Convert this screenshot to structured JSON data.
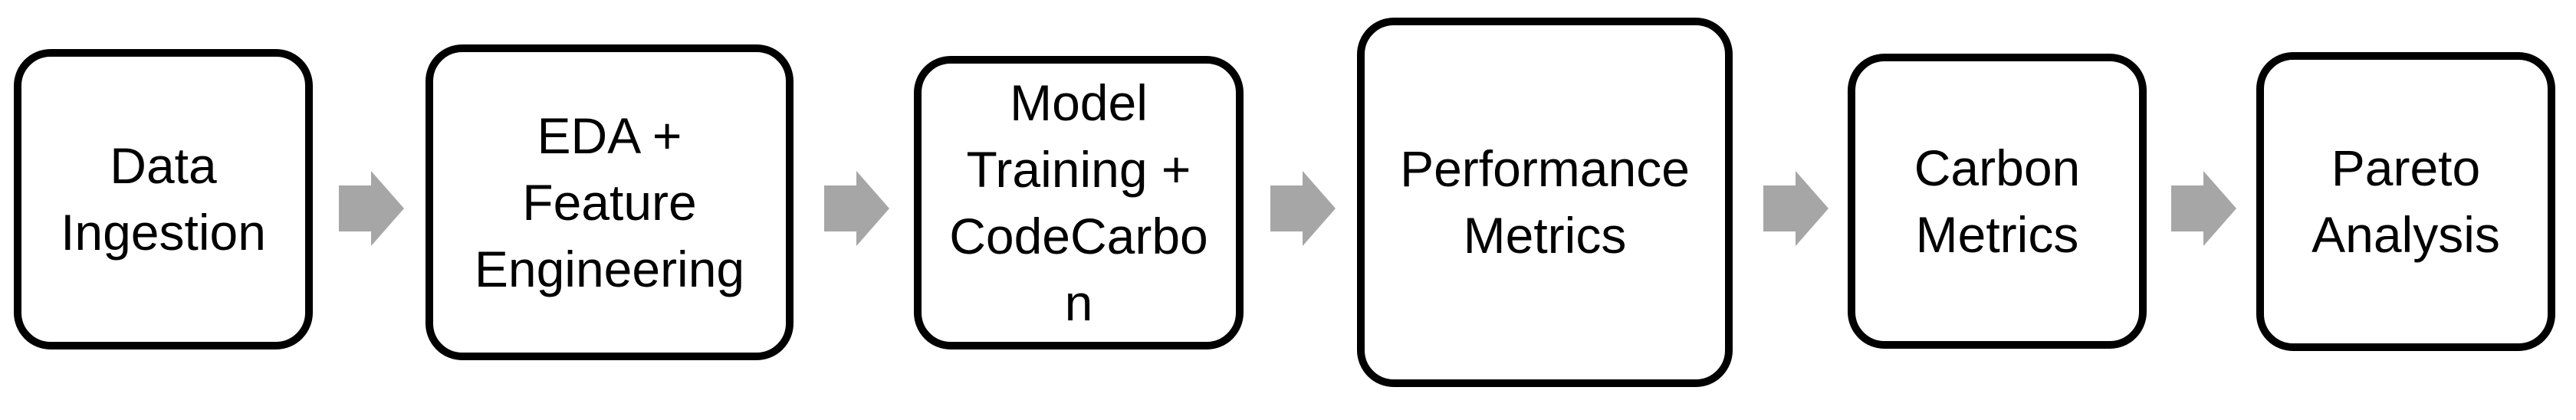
{
  "flow": {
    "background_color": "#ffffff",
    "box_border_color": "#000000",
    "box_fill_color": "#ffffff",
    "text_color": "#000000",
    "arrow_color": "#a6a6a6",
    "steps": [
      {
        "text": "Data\nIngestion"
      },
      {
        "text": "EDA +\nFeature\nEngineering"
      },
      {
        "text": "Model\nTraining +\nCodeCarbo\nn"
      },
      {
        "text": "Performance\nMetrics"
      },
      {
        "text": "Carbon\nMetrics"
      },
      {
        "text": "Pareto\nAnalysis"
      }
    ]
  }
}
